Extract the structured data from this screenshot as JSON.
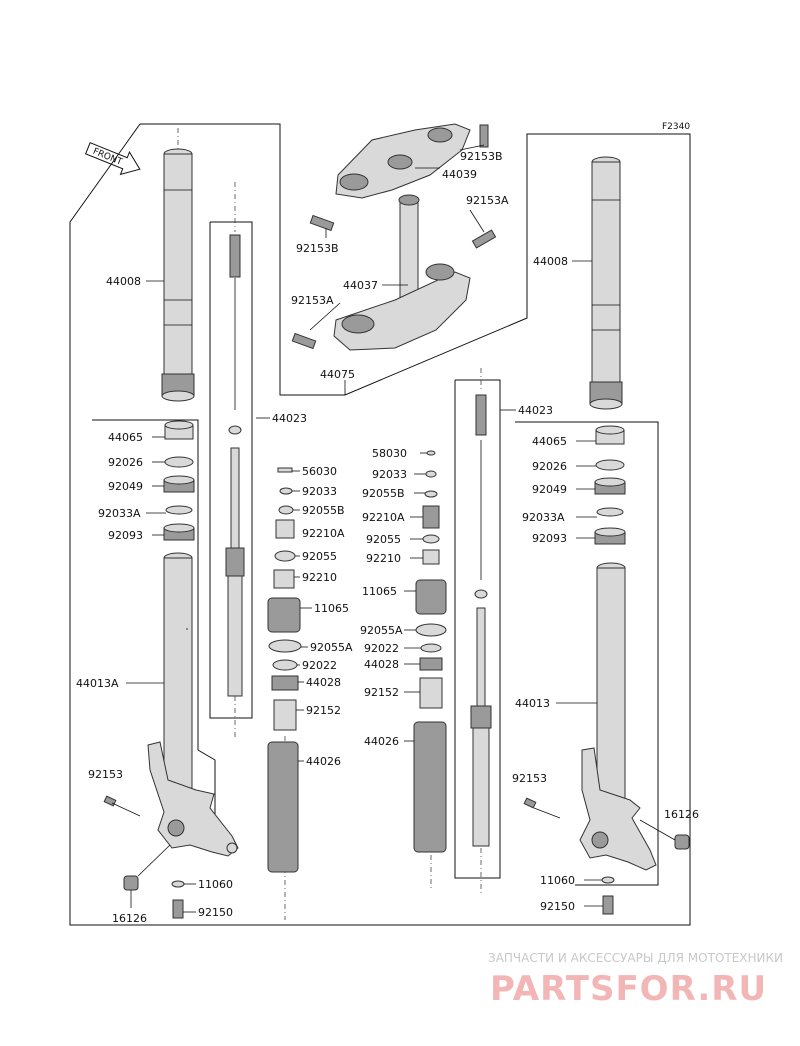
{
  "figure_code": "F2340",
  "front_marker": "FRONT",
  "watermark": {
    "tagline": "ЗАПЧАСТИ И АКСЕССУАРЫ ДЛЯ МОТОТЕХНИКИ",
    "brand": "PARTSFOR.RU"
  },
  "labels": {
    "p44008_l": "44008",
    "p44008_r": "44008",
    "p44039": "44039",
    "p44037": "44037",
    "p44075": "44075",
    "p92153B_a": "92153B",
    "p92153B_b": "92153B",
    "p92153A_a": "92153A",
    "p92153A_b": "92153A",
    "p44023_l": "44023",
    "p44023_r": "44023",
    "p44065_l": "44065",
    "p44065_r": "44065",
    "p92026_l": "92026",
    "p92026_r": "92026",
    "p92049_l": "92049",
    "p92049_r": "92049",
    "p92033A_l": "92033A",
    "p92033A_r": "92033A",
    "p92093_l": "92093",
    "p92093_r": "92093",
    "p44013A": "44013A",
    "p44013": "44013",
    "p92153_l": "92153",
    "p92153_r": "92153",
    "p16126_l": "16126",
    "p16126_r": "16126",
    "p11060_l": "11060",
    "p11060_r": "11060",
    "p92150_l": "92150",
    "p92150_r": "92150",
    "c56030": "56030",
    "c92033": "92033",
    "c92055B": "92055B",
    "c92210A": "92210A",
    "c92055": "92055",
    "c92210": "92210",
    "c11065": "11065",
    "c92055A": "92055A",
    "c92022": "92022",
    "c44028": "44028",
    "c92152": "92152",
    "c44026": "44026",
    "r58030": "58030",
    "r92033": "92033",
    "r92055B": "92055B",
    "r92210A": "92210A",
    "r92055": "92055",
    "r92210": "92210",
    "r11065": "11065",
    "r92055A": "92055A",
    "r92022": "92022",
    "r44028": "44028",
    "r92152": "92152",
    "r44026": "44026"
  }
}
